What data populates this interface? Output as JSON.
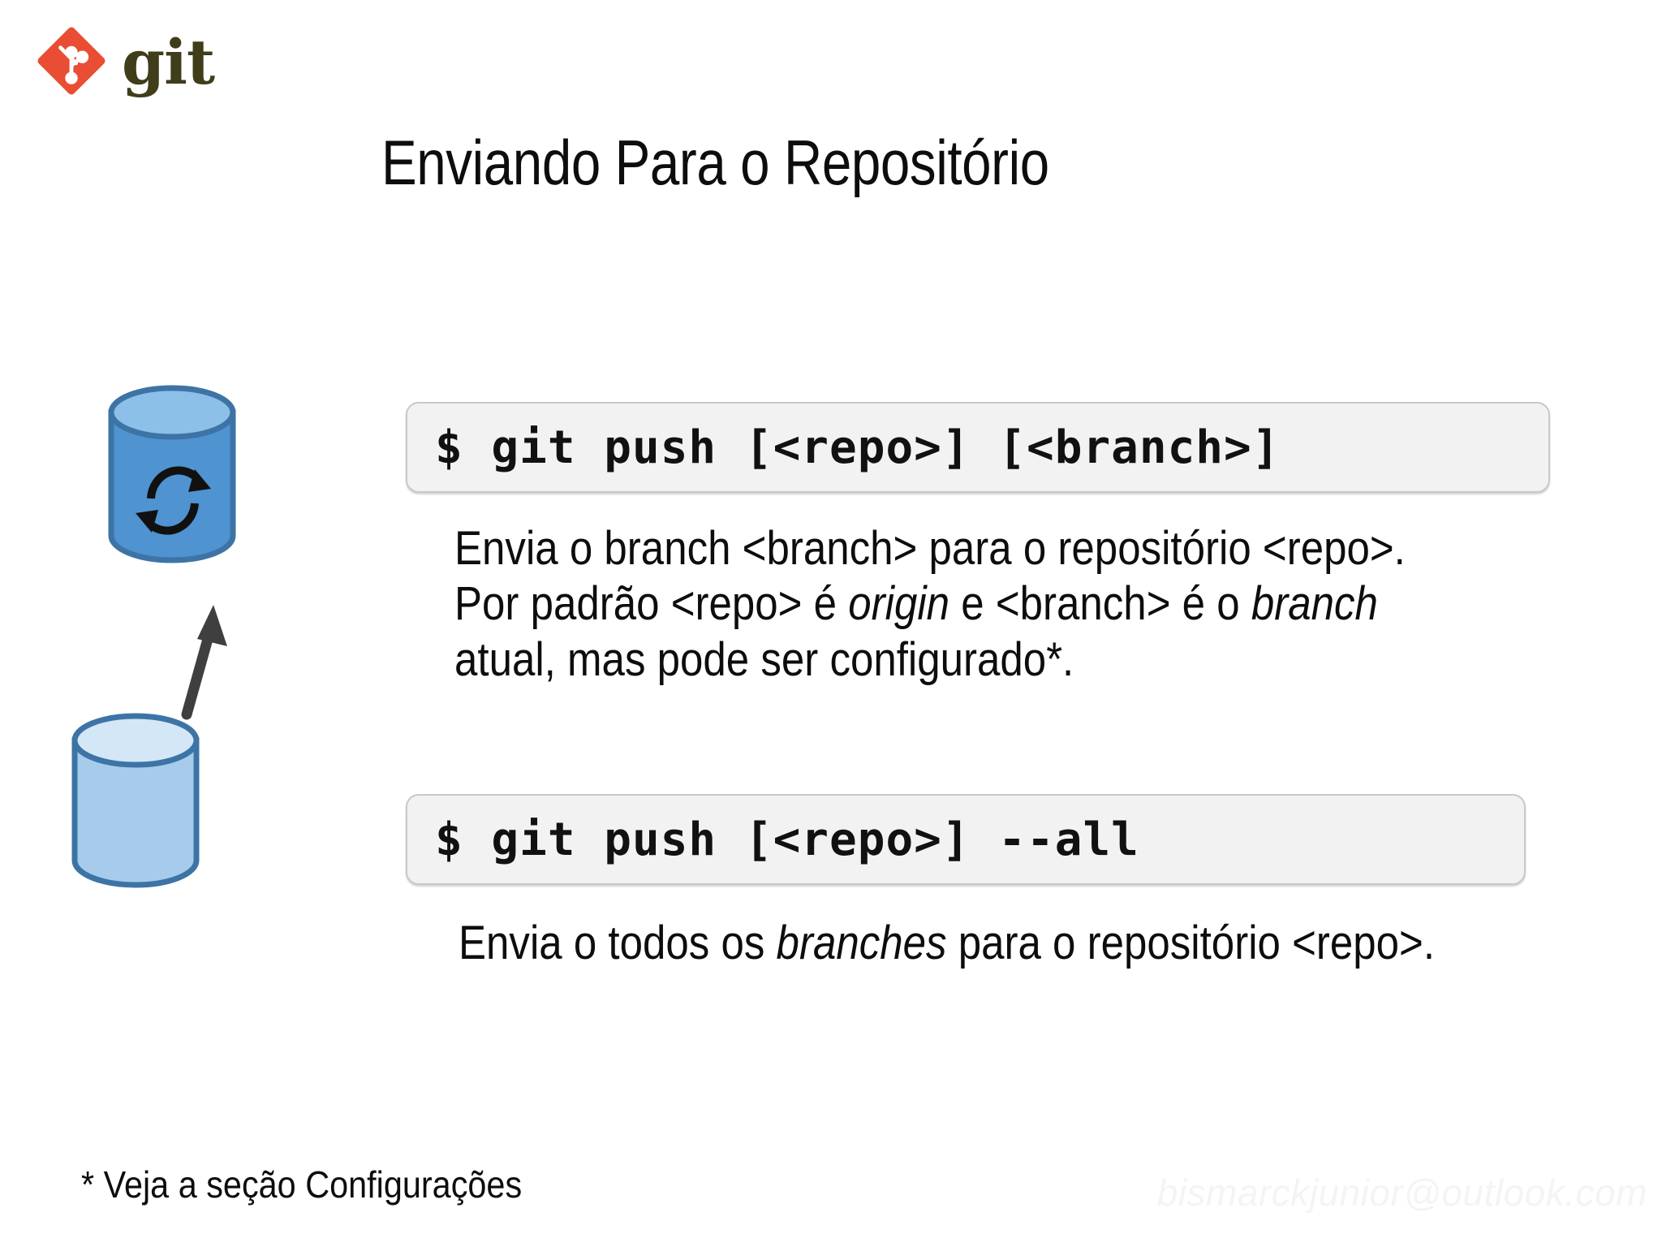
{
  "brand": {
    "logo_icon": "git-diamond-logo-icon",
    "name": "git",
    "color": "#e94e35",
    "text_color": "#3f3d1a"
  },
  "slide": {
    "title": "Enviando Para o Repositório"
  },
  "diagram": {
    "remote_repo_icon": "database-cylinder-icon",
    "remote_repo_color": "#4f93d1",
    "remote_repo_top_color": "#8cc0e8",
    "sync_icon": "circular-arrows-sync-icon",
    "local_repo_icon": "database-cylinder-icon",
    "local_repo_color": "#a7cbea",
    "local_repo_top_color": "#d3e7f6",
    "outline_color": "#3d74a5",
    "arrow_icon": "up-arrow-icon",
    "arrow_color": "#3f3f3f"
  },
  "commands": [
    {
      "id": "push",
      "text": "$ git push [<repo>] [<branch>]",
      "description_lines": [
        [
          {
            "text": "Envia o branch <branch> para o repositório <repo>.",
            "italic": false
          }
        ],
        [
          {
            "text": "Por padrão <repo> é ",
            "italic": false
          },
          {
            "text": "origin",
            "italic": true
          },
          {
            "text": " e <branch> é o ",
            "italic": false
          },
          {
            "text": "branch",
            "italic": true
          }
        ],
        [
          {
            "text": "atual, mas pode ser configurado*.",
            "italic": false
          }
        ]
      ]
    },
    {
      "id": "push-all",
      "text": "$ git push [<repo>] --all",
      "description_lines": [
        [
          {
            "text": "Envia o todos os ",
            "italic": false
          },
          {
            "text": "branches",
            "italic": true
          },
          {
            "text": "  para o repositório <repo>.",
            "italic": false
          }
        ]
      ]
    }
  ],
  "footnote": "* Veja a seção Configurações",
  "watermark": "bismarckjunior@outlook.com"
}
